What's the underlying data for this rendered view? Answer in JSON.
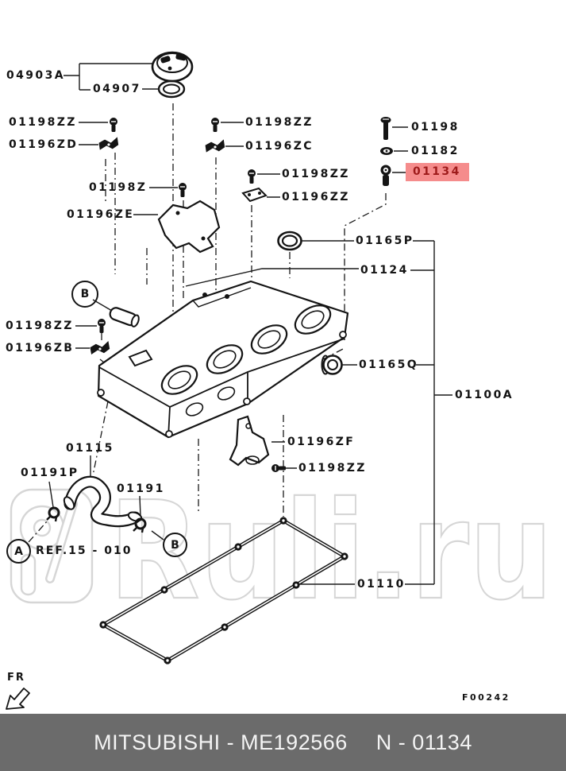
{
  "watermark": {
    "text": "Ruli.ru",
    "color": "#d6d6d6"
  },
  "highlight": {
    "bg": "#f58c8c",
    "text_color": "#9e1b1b"
  },
  "figure_code": "F00242",
  "orientation_label": "FR",
  "ref_label": "REF.15 - 010",
  "callouts": {
    "a": "A",
    "b": "B"
  },
  "parts": [
    {
      "text": "04903A",
      "highlighted": false
    },
    {
      "text": "04907",
      "highlighted": false
    },
    {
      "text": "01198ZZ",
      "highlighted": false
    },
    {
      "text": "01196ZD",
      "highlighted": false
    },
    {
      "text": "01198ZZ",
      "highlighted": false
    },
    {
      "text": "01196ZC",
      "highlighted": false
    },
    {
      "text": "01198ZZ",
      "highlighted": false
    },
    {
      "text": "01196ZZ",
      "highlighted": false
    },
    {
      "text": "01198",
      "highlighted": false
    },
    {
      "text": "01182",
      "highlighted": false
    },
    {
      "text": "01134",
      "highlighted": true
    },
    {
      "text": "01198Z",
      "highlighted": false
    },
    {
      "text": "01196ZE",
      "highlighted": false
    },
    {
      "text": "01165P",
      "highlighted": false
    },
    {
      "text": "01124",
      "highlighted": false
    },
    {
      "text": "01198ZZ",
      "highlighted": false
    },
    {
      "text": "01196ZB",
      "highlighted": false
    },
    {
      "text": "01165Q",
      "highlighted": false
    },
    {
      "text": "01100A",
      "highlighted": false
    },
    {
      "text": "01115",
      "highlighted": false
    },
    {
      "text": "01191P",
      "highlighted": false
    },
    {
      "text": "01191",
      "highlighted": false
    },
    {
      "text": "01196ZF",
      "highlighted": false
    },
    {
      "text": "01198ZZ",
      "highlighted": false
    },
    {
      "text": "01110",
      "highlighted": false
    }
  ],
  "footer": {
    "brand_part": "MITSUBISHI - ME192566",
    "number": "N - 01134",
    "bg": "#6b6b6b",
    "text_color": "#f4f4f4"
  }
}
